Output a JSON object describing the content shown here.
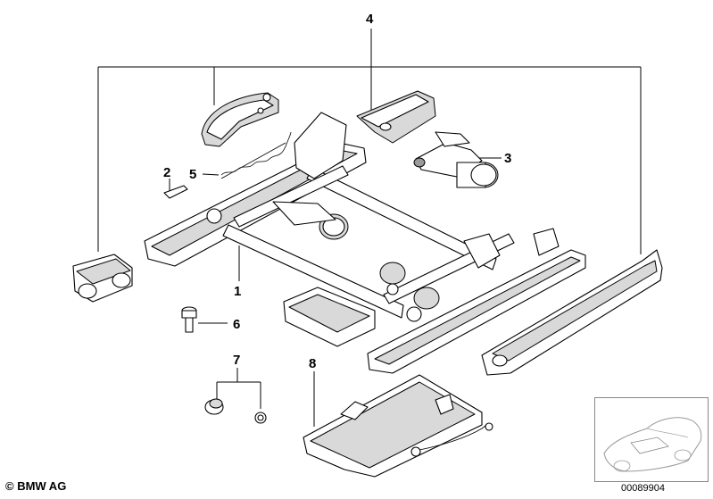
{
  "callouts": {
    "c1": "1",
    "c2": "2",
    "c3": "3",
    "c4": "4",
    "c5": "5",
    "c6": "6",
    "c7": "7",
    "c8": "8"
  },
  "footer": {
    "copyright": "© BMW AG",
    "image_id": "00089904"
  },
  "icons": {
    "thumbnail": "car-silhouette-icon"
  }
}
